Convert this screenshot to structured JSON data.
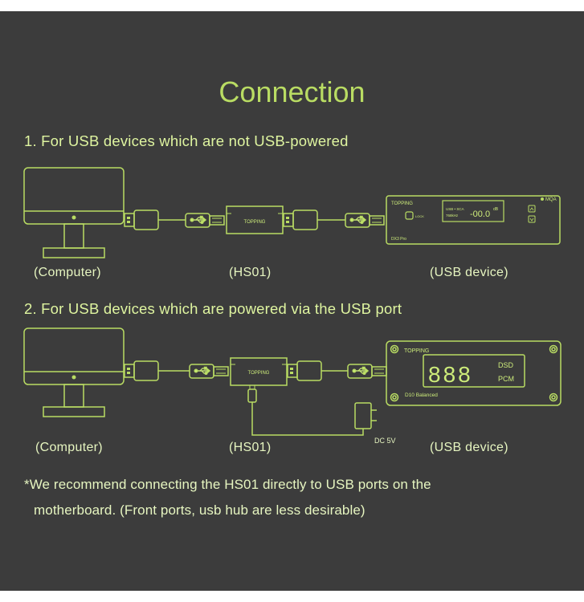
{
  "title": "Connection",
  "section1": {
    "heading": "1. For USB devices which are not USB-powered",
    "labels": {
      "computer": "(Computer)",
      "hs01": "(HS01)",
      "usb_device": "(USB device)"
    },
    "hs01_logo": "TOPPING",
    "device": {
      "logo": "TOPPING",
      "brand": "MQA",
      "model": "DX3 Pro",
      "display_value": "-00.0",
      "display_left": "USB • SCA",
      "display_left2": "768kHz",
      "display_unit": "dB",
      "knob_label": "LOCK"
    }
  },
  "section2": {
    "heading": "2. For USB devices which are powered via the USB port",
    "labels": {
      "computer": "(Computer)",
      "hs01": "(HS01)",
      "usb_device": "(USB device)"
    },
    "hs01_logo": "TOPPING",
    "power_label": "DC 5V",
    "device": {
      "logo": "TOPPING",
      "display_digits": "888",
      "dsd": "DSD",
      "pcm": "PCM",
      "model": "D10 Balanced"
    }
  },
  "note_line1": "*We recommend connecting the HS01 directly to USB ports on the",
  "note_line2": "motherboard. (Front ports, usb hub are less desirable)",
  "colors": {
    "background": "#3c3c3c",
    "accent": "#b9dc63",
    "line": "#b9dc63"
  },
  "icons": [
    "monitor-icon",
    "usb-plug-icon",
    "usb-symbol-icon",
    "power-adapter-icon"
  ]
}
